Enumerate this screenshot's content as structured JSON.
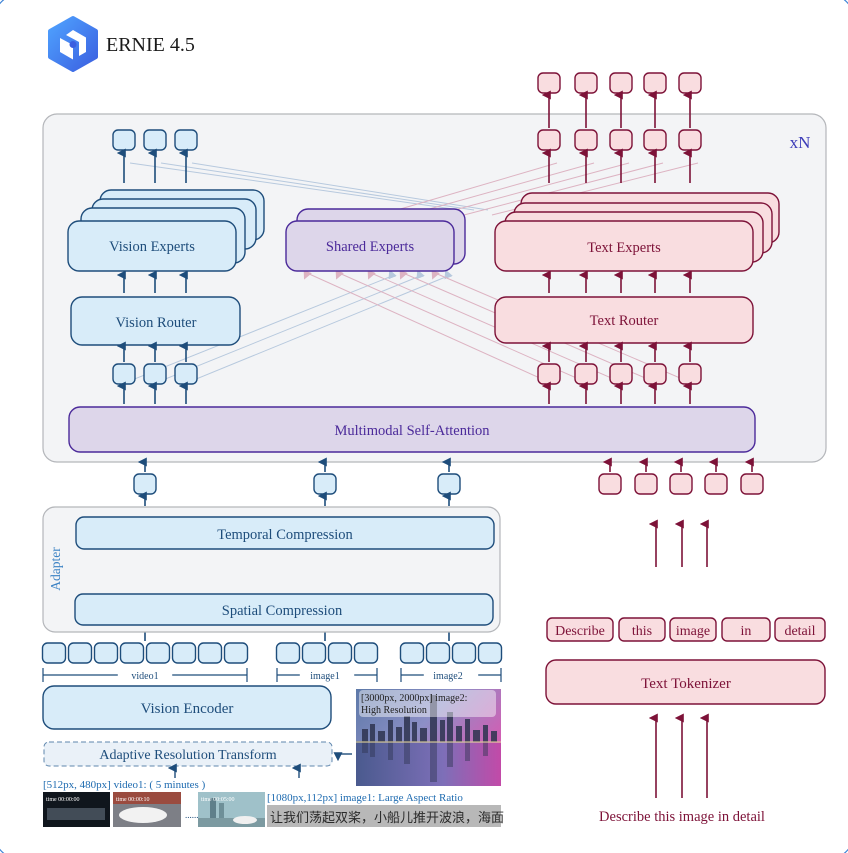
{
  "header": {
    "title": "ERNIE 4.5",
    "logo_icon": "ernie-hexagon-logo-icon"
  },
  "colors": {
    "vision_fill": "#d8ecf9",
    "vision_stroke": "#1e4d7b",
    "text_fill": "#f9dde0",
    "text_stroke": "#7d1238",
    "shared_fill": "#ddd6ea",
    "shared_stroke": "#4b2a9a",
    "shared_text": "#4b2a9a",
    "panel_fill": "#f3f4f6",
    "panel_stroke": "#b4b6ba",
    "vision_link": "#b7c9de",
    "text_link": "#ddb3c2"
  },
  "transformer_block": {
    "repeat_label": "xN",
    "vision_experts_label": "Vision Experts",
    "shared_experts_label": "Shared Experts",
    "text_experts_label": "Text Experts",
    "vision_router_label": "Vision Router",
    "text_router_label": "Text Router",
    "attention_label": "Multimodal Self-Attention",
    "vision_token_count": 3,
    "text_token_count": 5
  },
  "adapter": {
    "label": "Adapter",
    "temporal_label": "Temporal Compression",
    "spatial_label": "Spatial Compression"
  },
  "vision_input": {
    "groups": [
      {
        "label": "video1",
        "tokens": 8
      },
      {
        "label": "image1",
        "tokens": 4
      },
      {
        "label": "image2",
        "tokens": 4
      }
    ],
    "encoder_label": "Vision Encoder",
    "transform_label": "Adaptive Resolution Transform",
    "video_caption": "[512px, 480px] video1: ( 5 minutes )",
    "video_frames": [
      "time 00:00:00",
      "time 00:00:10",
      "time 00:05:00"
    ],
    "video_ellipsis": "......",
    "image1_caption": "[1080px,112px] image1: Large Aspect Ratio",
    "image1_handwriting": "让我们荡起双桨，小船儿推开波浪，海面",
    "image2_caption_line1": "[3000px, 2000px] image2:",
    "image2_caption_line2": "High Resolution"
  },
  "text_input": {
    "tokens": [
      "Describe",
      "this",
      "image",
      "in",
      "detail"
    ],
    "tokenizer_label": "Text Tokenizer",
    "prompt": "Describe this image in detail"
  }
}
